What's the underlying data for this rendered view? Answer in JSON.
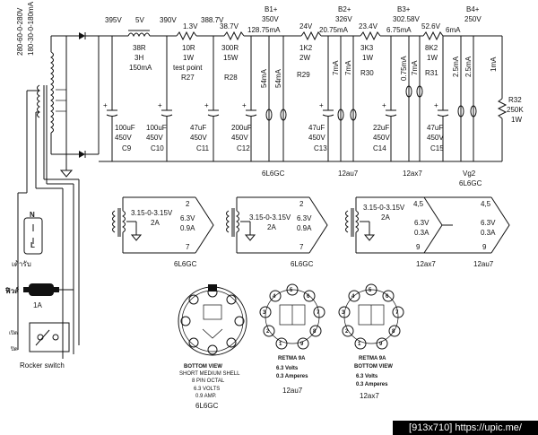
{
  "power": {
    "secondary_hv": "280-60-0-280V",
    "secondary_heater": "180-30-0-180mA",
    "outlet_label": "เต้ารับ",
    "plug_n": "N",
    "plug_l": "L",
    "fuse_label": "ฟิวส์",
    "fuse_rating": "1A",
    "switch_on": "เปิด",
    "switch_off": "ปิด",
    "switch_label": "Rocker switch"
  },
  "rail": {
    "v1": "395V",
    "v2": "390V",
    "v3": "388.7V",
    "v_drop1": "5V",
    "v_drop2": "1.3V",
    "v_drop3": "38.7V",
    "choke_name": "38R",
    "choke_h": "3H",
    "choke_i": "150mA",
    "r27_value": "10R",
    "r27_w": "1W",
    "r27_note": "test point",
    "r27_name": "R27",
    "r28_value": "300R",
    "r28_w": "15W",
    "r28_name": "R28",
    "b1": "B1+",
    "b1_v": "350V",
    "b1_i": "128.75mA",
    "b2": "B2+",
    "b2_v": "326V",
    "b2_i": "20.75mA",
    "b3": "B3+",
    "b3_v": "302.58V",
    "b3_i": "6.75mA",
    "b4": "B4+",
    "b4_v": "250V",
    "b4_i": "6mA",
    "r29_drop": "24V",
    "r29_value": "1K2",
    "r29_w": "2W",
    "r29_name": "R29",
    "r30_drop": "23.4V",
    "r30_value": "3K3",
    "r30_w": "1W",
    "r30_name": "R30",
    "r31_drop": "52.6V",
    "r31_value": "8K2",
    "r31_w": "1W",
    "r31_name": "R31",
    "r32_name": "R32",
    "r32_value": "250K",
    "r32_w": "1W"
  },
  "loads": {
    "l1": "54mA",
    "l2": "54mA",
    "l3": "7mA",
    "l4": "7mA",
    "l5": "0.75mA",
    "l6": "7mA",
    "l7": "2.5mA",
    "l8": "2.5mA",
    "l9": "1mA"
  },
  "caps": [
    {
      "value": "100uF",
      "voltage": "450V",
      "name": "C9"
    },
    {
      "value": "100uF",
      "voltage": "450V",
      "name": "C10"
    },
    {
      "value": "47uF",
      "voltage": "450V",
      "name": "C11"
    },
    {
      "value": "200uF",
      "voltage": "450V",
      "name": "C12"
    },
    {
      "value": "47uF",
      "voltage": "450V",
      "name": "C13"
    },
    {
      "value": "22uF",
      "voltage": "450V",
      "name": "C14"
    },
    {
      "value": "47uF",
      "voltage": "450V",
      "name": "C15"
    }
  ],
  "tube_groups": {
    "g1": "6L6GC",
    "g2": "12au7",
    "g3": "12ax7",
    "g4a": "Vg2",
    "g4b": "6L6GC"
  },
  "heaters": [
    {
      "sec": "3.15-0-3.15V",
      "amp": "2A",
      "pin_top": "2",
      "pin_bot": "7",
      "volt": "6.3V",
      "curr": "0.9A",
      "tube": "6L6GC"
    },
    {
      "sec": "3.15-0-3.15V",
      "amp": "2A",
      "pin_top": "2",
      "pin_bot": "7",
      "volt": "6.3V",
      "curr": "0.9A",
      "tube": "6L6GC"
    },
    {
      "sec": "3.15-0-3.15V",
      "amp": "2A",
      "pin_top_a": "4,5",
      "pin_bot_a": "9",
      "volt_a": "6.3V",
      "curr_a": "0.3A",
      "tube_a": "12ax7",
      "pin_top_b": "4,5",
      "pin_bot_b": "9",
      "volt_b": "6.3V",
      "curr_b": "0.3A",
      "tube_b": "12au7"
    }
  ],
  "pinouts": {
    "p1_title": "BOTTOM VIEW",
    "p1_line2": "SHORT MEDIUM SHELL",
    "p1_line3": "8 PIN OCTAL",
    "p1_line4": "6.3 VOLTS",
    "p1_line5": "0.9 AMP.",
    "p1_tube": "6L6GC",
    "p2_base": "RETMA  9A",
    "p2_volts": "6.3   Volts",
    "p2_amps": "0.3   Amperes",
    "p2_tube": "12au7",
    "p3_base": "RETMA  9A",
    "p3_view": "BOTTOM VIEW",
    "p3_volts": "6.3   Volts",
    "p3_amps": "0.3   Amperes",
    "p3_tube": "12ax7"
  },
  "watermark": "[913x710] https://upic.me/"
}
